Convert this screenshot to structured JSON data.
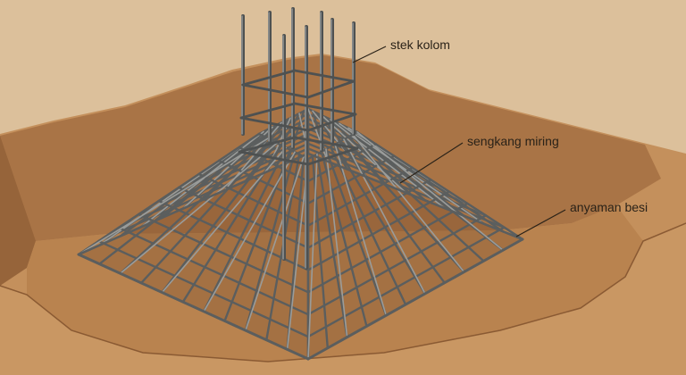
{
  "labels": {
    "stek_kolom": "stek kolom",
    "sengkang_miring": "sengkang miring",
    "anyaman_besi": "anyaman besi"
  },
  "colors": {
    "background": "#dcc09b",
    "soil_top": "#c08a57",
    "soil_face": "#a36f42",
    "pit_floor": "#b47c49",
    "rebar": "#5b5e5e",
    "rebar_light": "#9a9c9a",
    "leader": "#2a2218"
  }
}
